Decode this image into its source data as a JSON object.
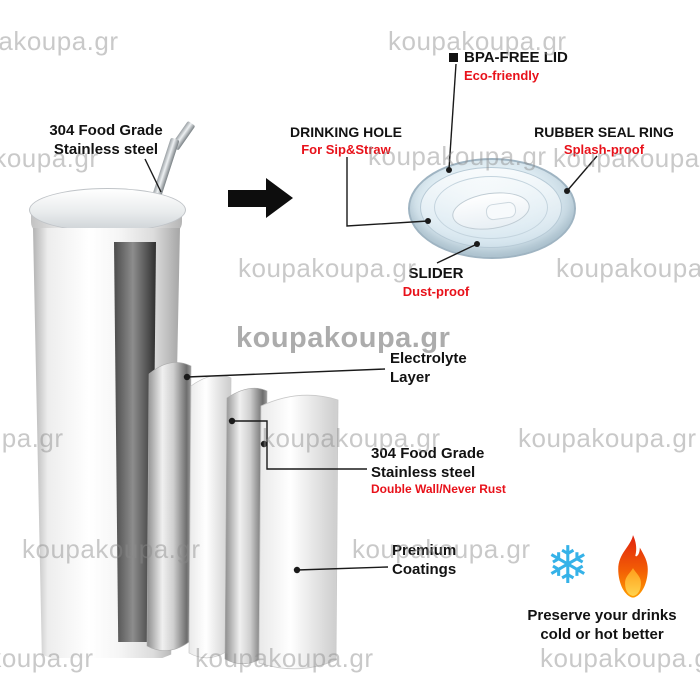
{
  "watermark": {
    "text": "koupakoupa.gr"
  },
  "labels": {
    "body_steel": {
      "line1": "304 Food Grade",
      "line2": "Stainless steel"
    },
    "bpa_lid": {
      "title": "BPA-FREE LID",
      "subtitle": "Eco-friendly"
    },
    "drinking_hole": {
      "title": "DRINKING HOLE",
      "subtitle": "For Sip&Straw"
    },
    "rubber_seal": {
      "title": "RUBBER SEAL RING",
      "subtitle": "Splash-proof"
    },
    "slider": {
      "title": "SLIDER",
      "subtitle": "Dust-proof"
    },
    "electrolyte": {
      "line1": "Electrolyte",
      "line2": "Layer"
    },
    "wall_steel": {
      "line1": "304 Food Grade",
      "line2": "Stainless steel",
      "subtitle": "Double Wall/Never Rust"
    },
    "premium": {
      "line1": "Premium",
      "line2": "Coatings"
    },
    "preserve": {
      "line1": "Preserve your drinks",
      "line2": "cold or hot better"
    }
  },
  "icons": {
    "snowflake_glyph": "❄"
  },
  "colors": {
    "accent_red": "#e8111a",
    "text_black": "#121212",
    "snowflake_blue": "#35b2e8",
    "flame_orange": "#f25c05",
    "watermark_gray": "#8a8a8a"
  }
}
